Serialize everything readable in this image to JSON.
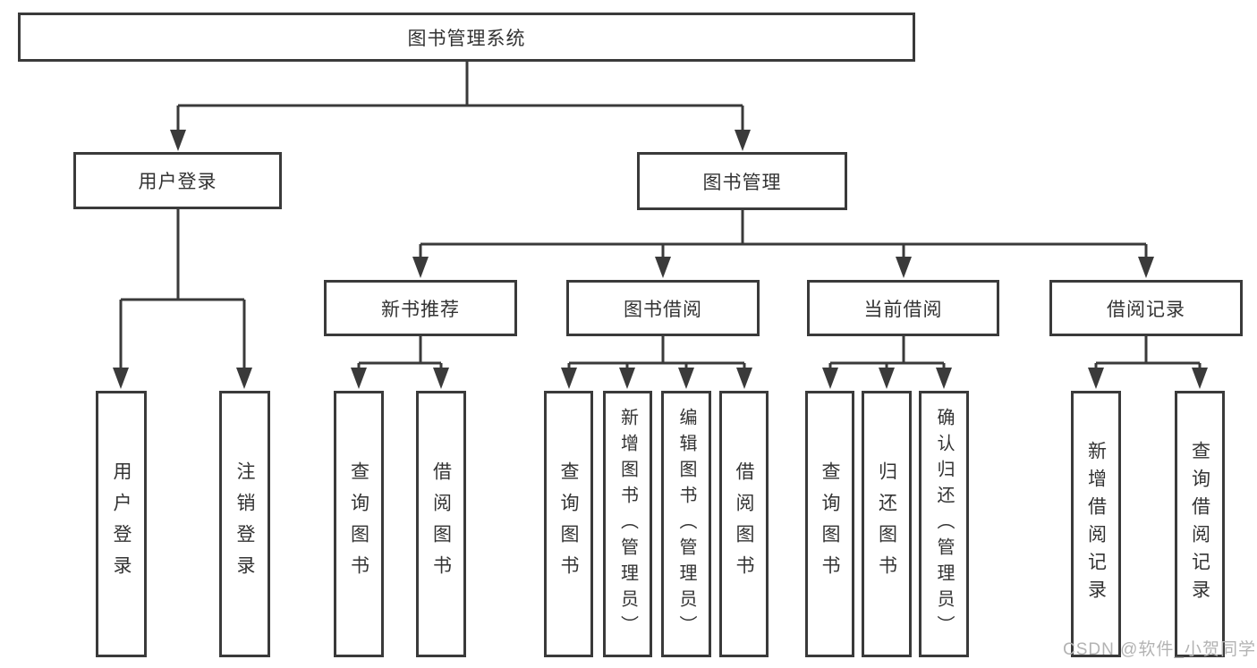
{
  "diagram": {
    "root": "图书管理系统",
    "level2": {
      "user_login": "用户登录",
      "book_management": "图书管理"
    },
    "level3": {
      "new_book_recommend": "新书推荐",
      "book_borrow": "图书借阅",
      "current_borrow": "当前借阅",
      "borrow_records": "借阅记录"
    },
    "leaves": {
      "user_login": "用户登录",
      "logout": "注销登录",
      "recommend_query_books": "查询图书",
      "recommend_borrow_books": "借阅图书",
      "borrow_query_books": "查询图书",
      "borrow_add_books": "新增图书（管理员）",
      "borrow_edit_books": "编辑图书（管理员）",
      "borrow_borrow_books": "借阅图书",
      "current_query_books": "查询图书",
      "current_return_books": "归还图书",
      "current_confirm_return": "确认归还（管理员）",
      "records_add_record": "新增借阅记录",
      "records_query_record": "查询借阅记录"
    }
  },
  "watermark": "CSDN @软件_小贺同学",
  "colors": {
    "line": "#3a3a3a",
    "text": "#333333",
    "watermark": "#b3b3b3",
    "background": "#ffffff"
  }
}
